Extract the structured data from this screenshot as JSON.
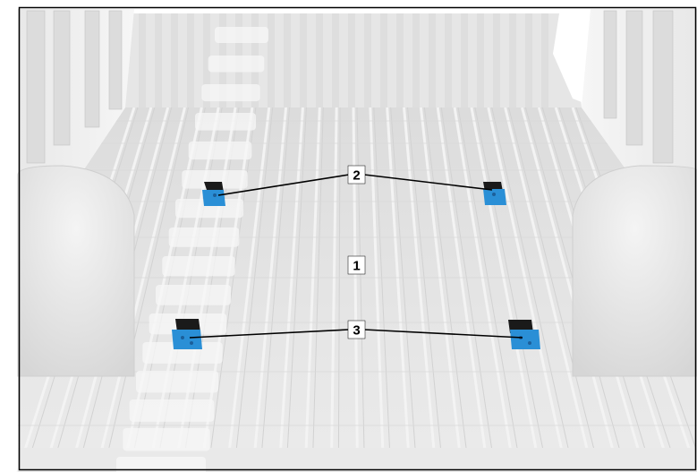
{
  "figure": {
    "colors": {
      "background": "#ededed",
      "floor": "#e2e2e2",
      "floor_rib_light": "#f0f0f0",
      "floor_rib_dark": "#d0d0d0",
      "wall": "#f2f2f2",
      "wall_shadow": "#c8c8c8",
      "bracket": "#2a8fd6",
      "bracket_dark": "#1c5f9a",
      "bracket_shadow": "#1a1a1a",
      "leader": "#000000",
      "frame": "#000000"
    },
    "callouts": [
      {
        "id": "callout-1",
        "label": "1"
      },
      {
        "id": "callout-2",
        "label": "2"
      },
      {
        "id": "callout-3",
        "label": "3"
      }
    ]
  }
}
